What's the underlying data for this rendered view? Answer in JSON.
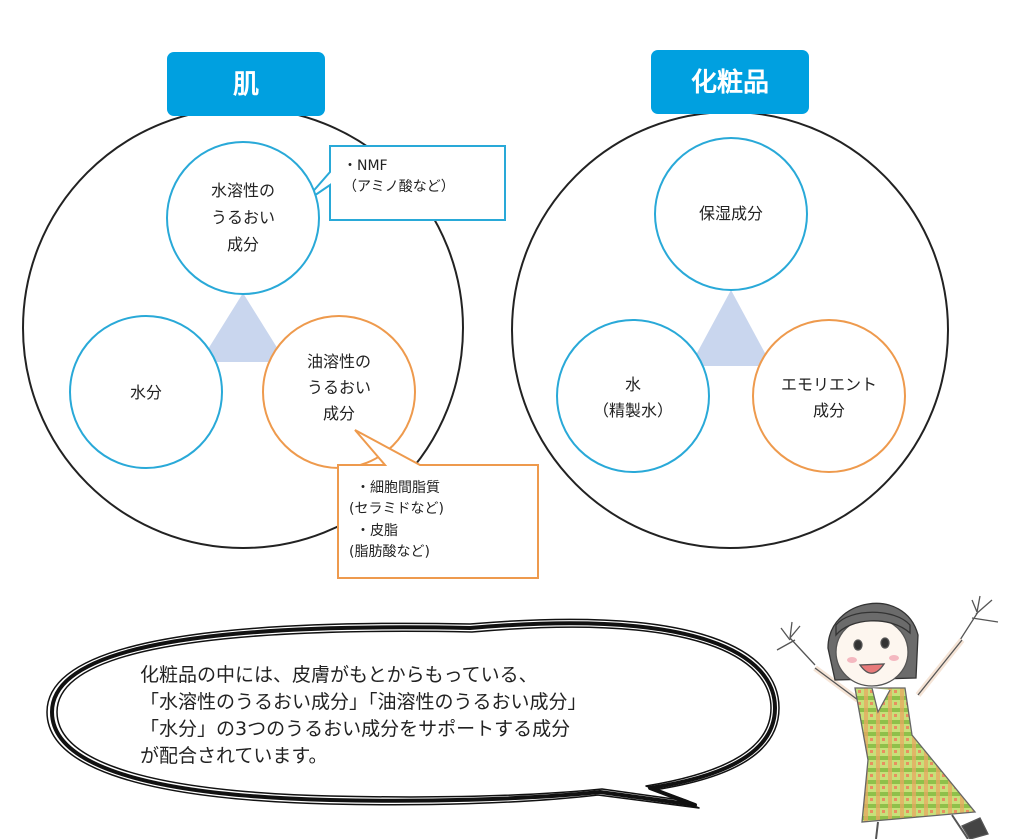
{
  "left_panel": {
    "title": "肌",
    "top_circle": {
      "lines": [
        "水溶性の",
        "うるおい",
        "成分"
      ]
    },
    "left_circle": {
      "lines": [
        "水分"
      ]
    },
    "right_circle": {
      "lines": [
        "油溶性の",
        "うるおい",
        "成分"
      ]
    },
    "callout_top": {
      "lines": [
        "・NMF",
        "（アミノ酸など）"
      ]
    },
    "callout_bottom": {
      "lines": [
        "・細胞間脂質",
        "(セラミドなど)",
        "・皮脂",
        "(脂肪酸など)"
      ]
    }
  },
  "right_panel": {
    "title": "化粧品",
    "top_circle": {
      "lines": [
        "保湿成分"
      ]
    },
    "left_circle": {
      "lines": [
        "水",
        "（精製水）"
      ]
    },
    "right_circle": {
      "lines": [
        "エモリエント",
        "成分"
      ]
    }
  },
  "speech_bubble": {
    "lines": [
      "化粧品の中には、皮膚がもとからもっている、",
      "「水溶性のうるおい成分」「油溶性のうるおい成分」",
      "「水分」の3つのうるおい成分をサポートする成分",
      "が配合されています。"
    ]
  },
  "colors": {
    "tab_blue": "#00a0e0",
    "circle_blue": "#29a9d8",
    "circle_orange": "#ee9a4d",
    "triangle": "#c9d6ee",
    "outline": "#222222"
  },
  "icons": {
    "character": "girl-illustration"
  }
}
